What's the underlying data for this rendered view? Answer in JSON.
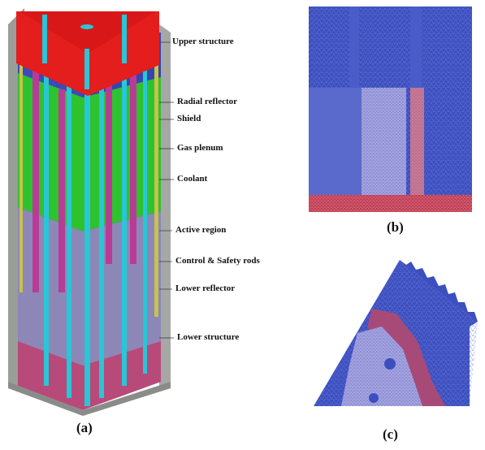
{
  "panel_a": {
    "label": "(a)",
    "annotations": [
      {
        "text": "Upper structure"
      },
      {
        "text": "Radial reflector"
      },
      {
        "text": "Shield"
      },
      {
        "text": "Gas plenum"
      },
      {
        "text": "Coolant"
      },
      {
        "text": "Active region"
      },
      {
        "text": "Control & Safety rods"
      },
      {
        "text": "Lower reflector"
      },
      {
        "text": "Lower structure"
      }
    ]
  },
  "panel_b": {
    "label": "(b)"
  },
  "panel_c": {
    "label": "(c)"
  },
  "colors": {
    "upper_structure": "#e41d1d",
    "radial_reflector": "#9aa09e",
    "shield": "#2f3aa8",
    "gas_plenum": "#2fc22f",
    "coolant": "#c8c14a",
    "active_region": "#8d87b8",
    "rods_cyan": "#28c6d6",
    "rods_magenta": "#b83c96",
    "mesh_blue": "#3d4fbf",
    "mesh_red": "#c03c52"
  }
}
